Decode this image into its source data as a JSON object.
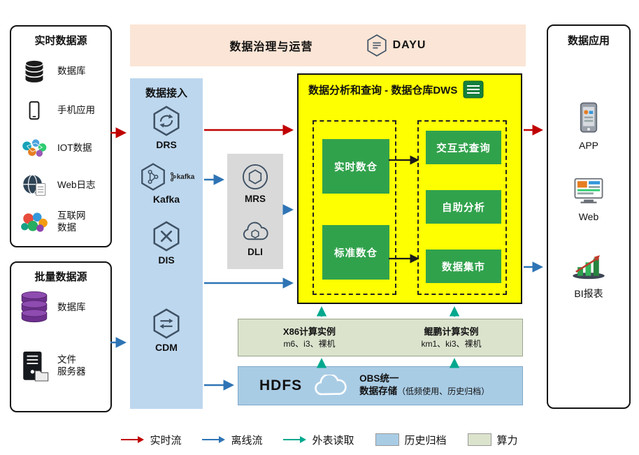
{
  "banner": {
    "title": "数据治理与运营",
    "logo_text": "DAYU"
  },
  "realtime_sources": {
    "title": "实时数据源",
    "items": [
      {
        "label": "数据库",
        "icon": "database-icon"
      },
      {
        "label": "手机应用",
        "icon": "mobile-app-icon"
      },
      {
        "label": "IOT数据",
        "icon": "iot-icon"
      },
      {
        "label": "Web日志",
        "icon": "web-log-icon"
      },
      {
        "label": "互联网\n数据",
        "icon": "internet-data-icon"
      }
    ]
  },
  "batch_sources": {
    "title": "批量数据源",
    "items": [
      {
        "label": "数据库",
        "icon": "database-purple-icon"
      },
      {
        "label": "文件\n服务器",
        "icon": "file-server-icon"
      }
    ]
  },
  "ingestion": {
    "title": "数据接入",
    "kafka_wordmark": "kafka",
    "services": [
      {
        "label": "DRS",
        "icon": "drs-icon"
      },
      {
        "label": "Kafka",
        "icon": "kafka-icon"
      },
      {
        "label": "DIS",
        "icon": "dis-icon"
      },
      {
        "label": "CDM",
        "icon": "cdm-icon"
      }
    ]
  },
  "middleware": {
    "services": [
      {
        "label": "MRS",
        "icon": "mrs-icon"
      },
      {
        "label": "DLI",
        "icon": "dli-icon"
      }
    ]
  },
  "dws": {
    "title": "数据分析和查询 - 数据仓库DWS",
    "left_group": [
      "实时数仓",
      "标准数仓"
    ],
    "right_group": [
      "交互式查询",
      "自助分析",
      "数据集市"
    ]
  },
  "compute": {
    "columns": [
      {
        "title": "X86计算实例",
        "subtitle": "m6、i3、裸机"
      },
      {
        "title": "鲲鹏计算实例",
        "subtitle": "km1、ki3、裸机"
      }
    ]
  },
  "storage": {
    "hdfs_label": "HDFS",
    "obs_line1": "OBS统一",
    "obs_line2": "数据存储",
    "obs_note": "（低频使用、历史归档）"
  },
  "applications": {
    "title": "数据应用",
    "items": [
      {
        "label": "APP",
        "icon": "app-icon"
      },
      {
        "label": "Web",
        "icon": "web-icon"
      },
      {
        "label": "BI报表",
        "icon": "bi-report-icon"
      }
    ]
  },
  "legend": {
    "items": [
      {
        "label": "实时流",
        "type": "arrow",
        "color": "#c00000"
      },
      {
        "label": "离线流",
        "type": "arrow",
        "color": "#2e74b5"
      },
      {
        "label": "外表读取",
        "type": "arrow",
        "color": "#00a88e"
      },
      {
        "label": "历史归档",
        "type": "swatch",
        "color": "#a9cce5"
      },
      {
        "label": "算力",
        "type": "swatch",
        "color": "#dbe3cd"
      }
    ]
  }
}
